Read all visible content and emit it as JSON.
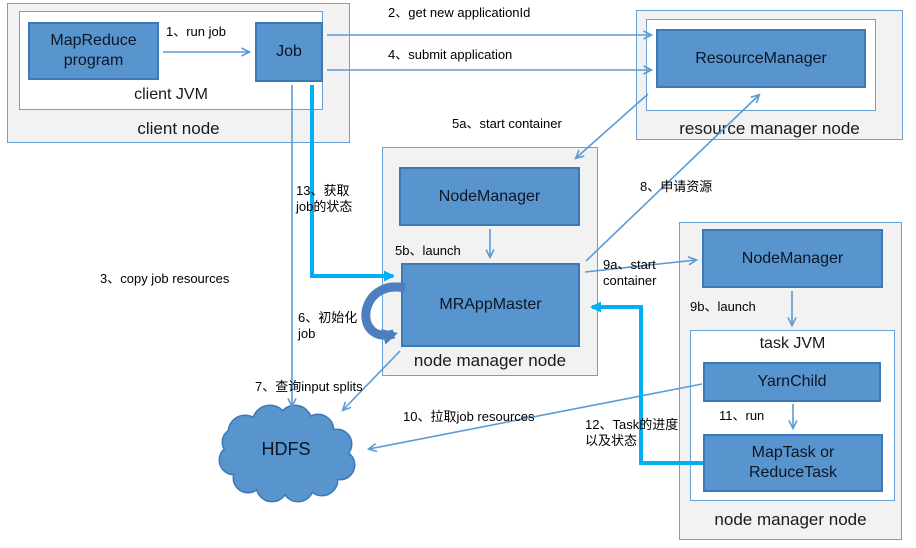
{
  "colors": {
    "box_fill": "#5894ce",
    "box_border": "#3d79b8",
    "group_fill": "#f2f2f2",
    "group_border": "#6aa2d8",
    "arrow_blue": "#5b9bd5",
    "arrow_highlight_cyan": "#00b0f0",
    "arrow_loop_blue": "#4d7ebf"
  },
  "nodes": {
    "mapreduce_program": "MapReduce\nprogram",
    "job": "Job",
    "client_jvm": "client JVM",
    "client_node": "client node",
    "resource_manager": "ResourceManager",
    "resource_manager_node": "resource manager node",
    "node_manager_1": "NodeManager",
    "mr_app_master": "MRAppMaster",
    "node_manager_node_1": "node manager node",
    "node_manager_2": "NodeManager",
    "task_jvm": "task JVM",
    "yarn_child": "YarnChild",
    "map_or_reduce_task": "MapTask or\nReduceTask",
    "node_manager_node_2": "node manager node",
    "hdfs": "HDFS"
  },
  "edges": {
    "e1": "1、run job",
    "e2": "2、get new applicationId",
    "e3": "3、copy job resources",
    "e4": "4、submit application",
    "e5a": "5a、start container",
    "e5b": "5b、launch",
    "e6": "6、初始化\njob",
    "e7": "7、查询input splits",
    "e8": "8、申请资源",
    "e9a": "9a、start\ncontainer",
    "e9b": "9b、launch",
    "e10": "10、拉取job resources",
    "e11": "11、run",
    "e12": "12、Task的进度\n以及状态",
    "e13": "13、获取\njob的状态"
  }
}
